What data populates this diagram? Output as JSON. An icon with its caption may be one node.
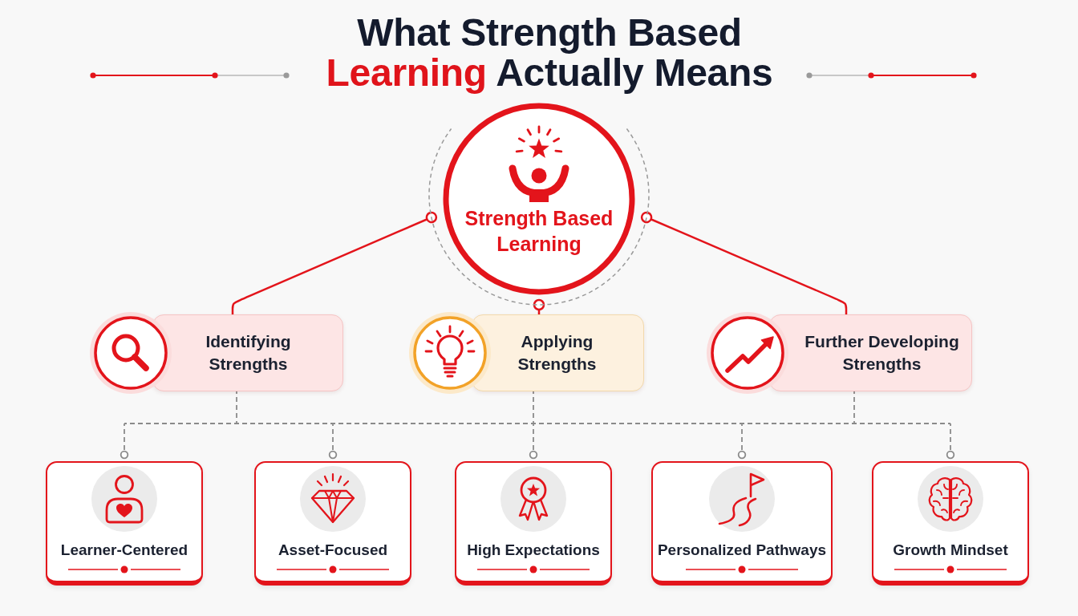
{
  "diagram": {
    "title": "What Strength Based **Learning** Actually Means",
    "nodes": [
      {
        "text": [
          "Strength Based Learning"
        ]
      },
      {
        "text": [
          "Identifying Strengths"
        ]
      },
      {
        "text": [
          "Applying Strengths"
        ]
      },
      {
        "text": [
          "Further Developing Strengths"
        ]
      },
      {
        "text": [
          "Learner-Centered"
        ]
      },
      {
        "text": [
          "Asset-Focused"
        ]
      },
      {
        "text": [
          "High Expectations"
        ]
      },
      {
        "text": [
          "Personalized Pathways"
        ]
      },
      {
        "text": [
          "Growth Mindset"
        ]
      }
    ],
    "edges": [
      {
        "from": 1,
        "to": 0,
        "arrow": "other",
        "color": "#e3141b"
      },
      {
        "from": 2,
        "to": 0,
        "arrow": "other",
        "color": "#e3141b"
      },
      {
        "from": 3,
        "to": 0,
        "arrow": "other",
        "color": "#e3141b"
      },
      {
        "from": 1,
        "to": 4,
        "arrow": "other",
        "style": "dashed"
      },
      {
        "from": 1,
        "to": 5,
        "arrow": "other",
        "style": "dashed"
      },
      {
        "from": 1,
        "to": 6,
        "arrow": "other",
        "style": "dashed"
      },
      {
        "from": 1,
        "to": 7,
        "arrow": "other",
        "style": "dashed"
      },
      {
        "from": 1,
        "to": 8,
        "arrow": "other",
        "style": "dashed"
      },
      {
        "from": 2,
        "to": 4,
        "arrow": "other",
        "style": "dashed"
      },
      {
        "from": 2,
        "to": 5,
        "arrow": "other",
        "style": "dashed"
      },
      {
        "from": 2,
        "to": 6,
        "arrow": "other",
        "style": "dashed"
      },
      {
        "from": 2,
        "to": 7,
        "arrow": "other",
        "style": "dashed"
      },
      {
        "from": 2,
        "to": 8,
        "arrow": "other",
        "style": "dashed"
      },
      {
        "from": 3,
        "to": 4,
        "arrow": "other",
        "style": "dashed"
      },
      {
        "from": 3,
        "to": 5,
        "arrow": "other",
        "style": "dashed"
      },
      {
        "from": 3,
        "to": 6,
        "arrow": "other",
        "style": "dashed"
      },
      {
        "from": 3,
        "to": 7,
        "arrow": "other",
        "style": "dashed"
      },
      {
        "from": 3,
        "to": 8,
        "arrow": "other",
        "style": "dashed"
      }
    ]
  }
}
